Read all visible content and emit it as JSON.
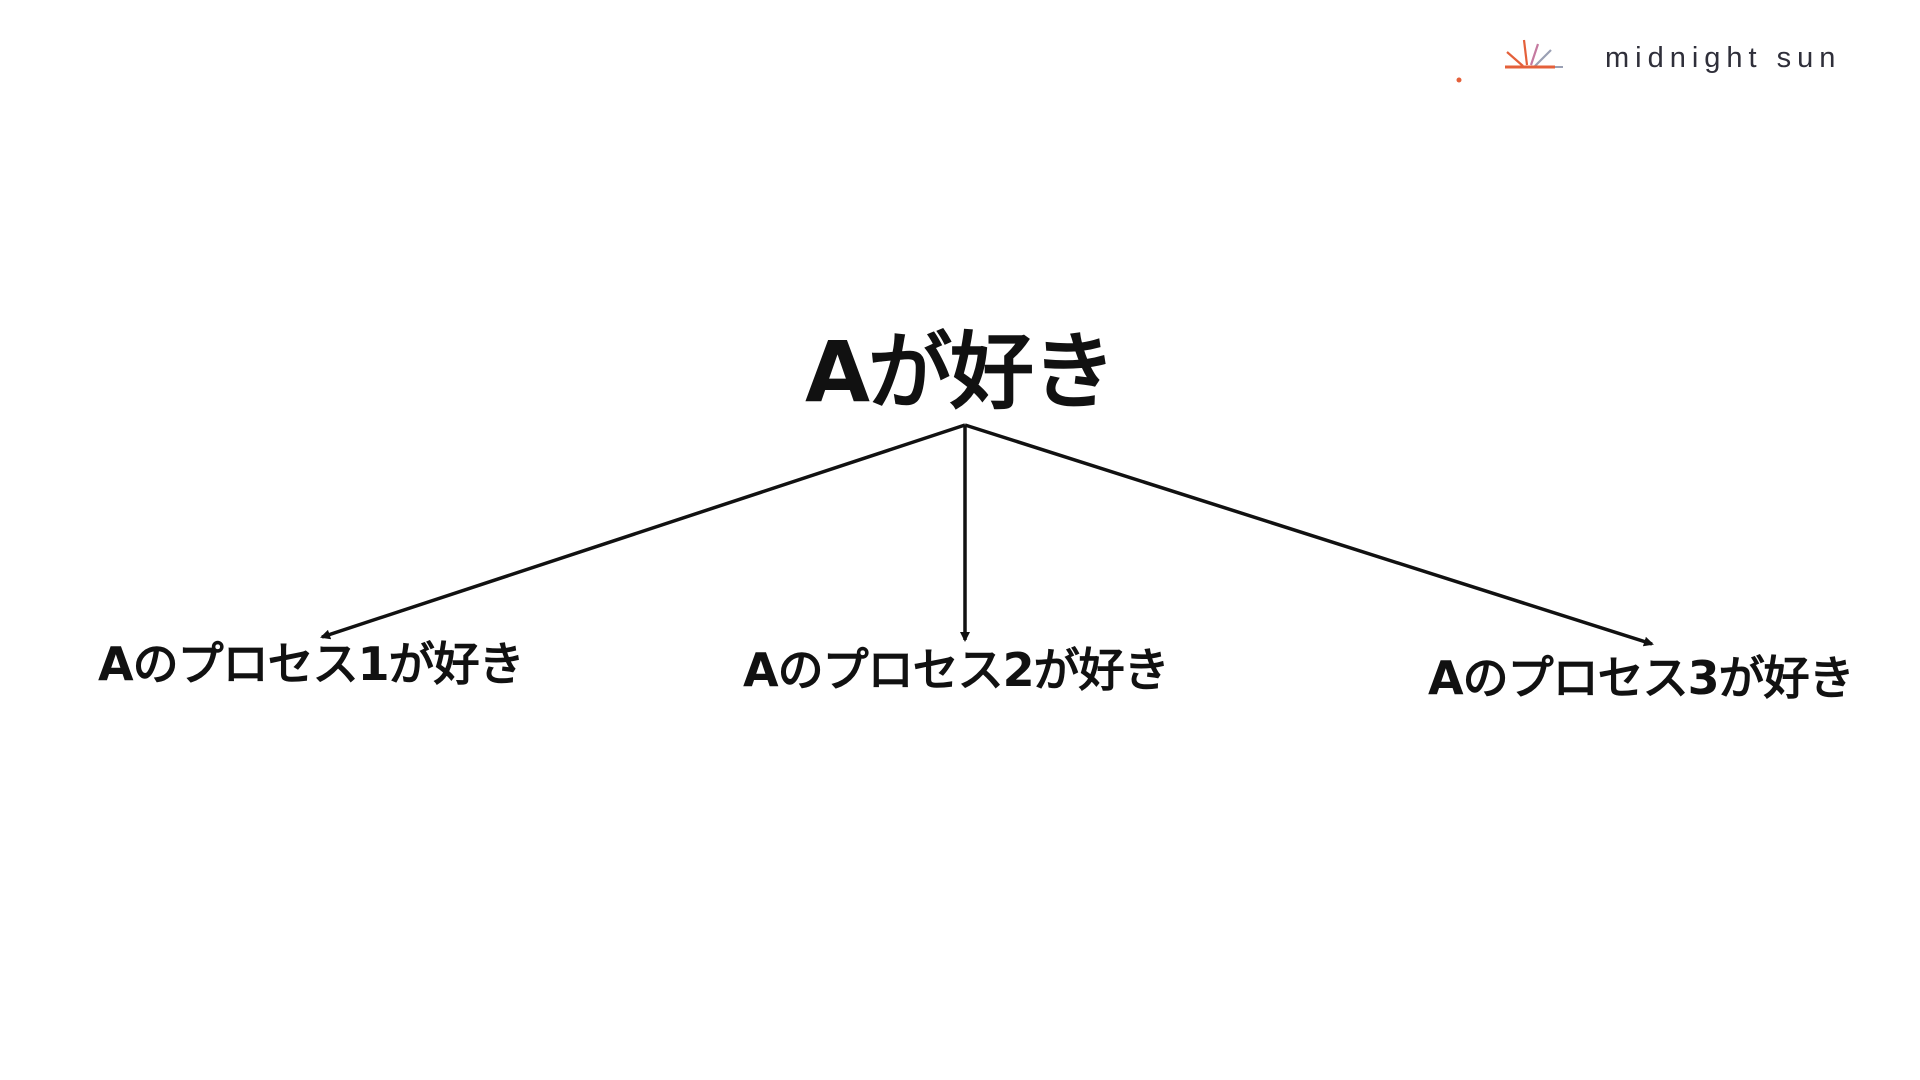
{
  "brand": {
    "name": "midnight sun",
    "colors": {
      "sun_orange": "#e4603a",
      "horizon_blue": "#7fa6d6",
      "ray_gray": "#9aa0b4"
    },
    "icon": "sunrise-logo-icon"
  },
  "diagram": {
    "root": {
      "label": "Aが好き"
    },
    "children": [
      {
        "label": "Aのプロセス1が好き"
      },
      {
        "label": "Aのプロセス2が好き"
      },
      {
        "label": "Aのプロセス3が好き"
      }
    ],
    "edge_color": "#111111"
  }
}
